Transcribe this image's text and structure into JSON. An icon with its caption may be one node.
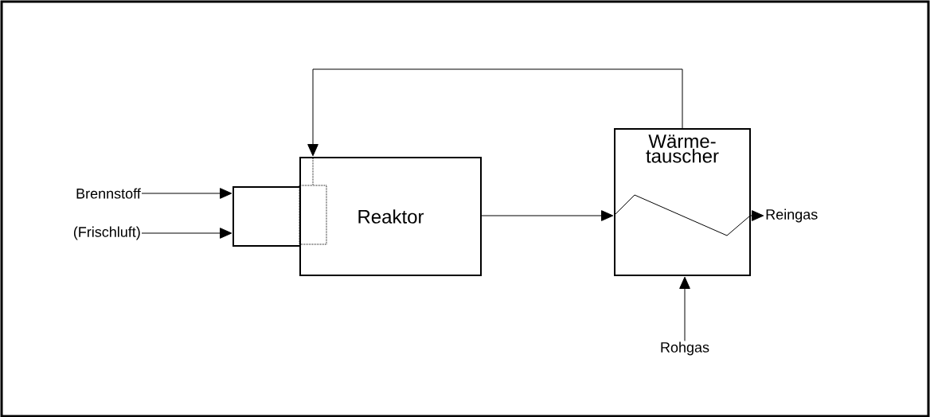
{
  "diagram": {
    "nodes": [
      {
        "text": [
          "Brennstoff"
        ]
      },
      {
        "text": [
          "(Frischluft)"
        ]
      },
      {
        "text": [],
        "shape": "box"
      },
      {
        "text": [
          "Reaktor"
        ]
      },
      {
        "text": [
          "Wärme- tauscher"
        ]
      },
      {
        "text": [
          "Reingas"
        ]
      },
      {
        "text": [
          "Rohgas"
        ]
      }
    ],
    "edges": [
      {
        "from": 0,
        "to": 2,
        "arrow": "to"
      },
      {
        "from": 1,
        "to": 2,
        "arrow": "to"
      },
      {
        "from": 3,
        "to": 4,
        "arrow": "to"
      },
      {
        "from": 4,
        "to": 3,
        "arrow": "to"
      },
      {
        "from": 4,
        "to": 5,
        "arrow": "to"
      },
      {
        "from": 6,
        "to": 4,
        "arrow": "to"
      }
    ]
  }
}
